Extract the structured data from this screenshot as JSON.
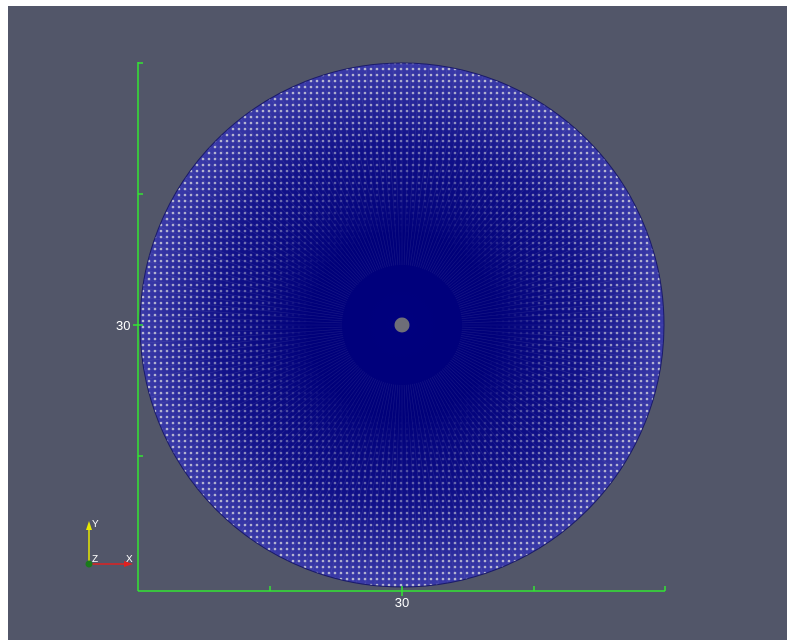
{
  "view": {
    "background_color": "#525669",
    "mesh_fill_color": "#00007a",
    "mesh_edge_color": "#c8c8d8",
    "hole_color": "#6e6e78",
    "axis_color": "#33e633"
  },
  "axes_grid": {
    "x_tick_label": "30",
    "y_tick_label": "30"
  },
  "orientation_triad": {
    "x_label": "X",
    "y_label": "Y",
    "z_label": "Z",
    "x_color": "#e02020",
    "y_color": "#e8e800",
    "z_color": "#1a7a1a"
  }
}
